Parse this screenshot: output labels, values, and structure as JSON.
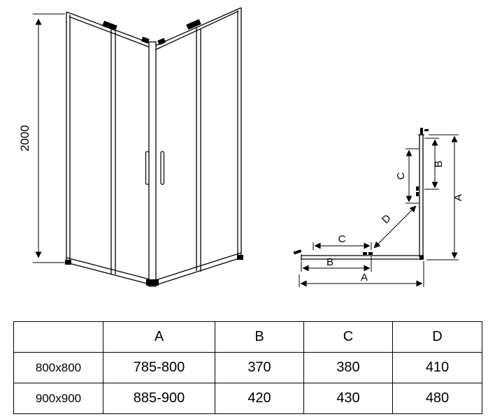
{
  "front_view": {
    "height": "2000"
  },
  "plan_view": {
    "dim_a": "A",
    "dim_b": "B",
    "dim_c": "C",
    "dim_d": "D"
  },
  "table": {
    "headers": {
      "size": "",
      "a": "A",
      "b": "B",
      "c": "C",
      "d": "D"
    },
    "rows": [
      {
        "size": "800x800",
        "a": "785-800",
        "b": "370",
        "c": "380",
        "d": "410"
      },
      {
        "size": "900x900",
        "a": "885-900",
        "b": "420",
        "c": "430",
        "d": "480"
      }
    ]
  }
}
